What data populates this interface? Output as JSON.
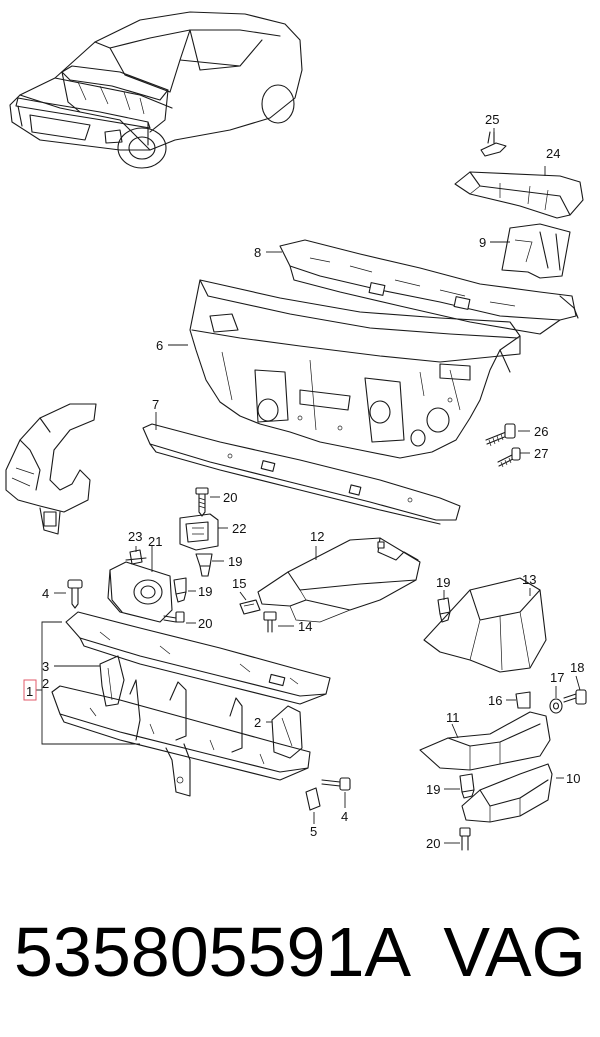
{
  "callouts": {
    "c25": "25",
    "c24": "24",
    "c8": "8",
    "c9": "9",
    "c6": "6",
    "c7": "7",
    "c26": "26",
    "c27": "27",
    "c20a": "20",
    "c22": "22",
    "c23": "23",
    "c21": "21",
    "c19a": "19",
    "c19b": "19",
    "c12": "12",
    "c15": "15",
    "c14": "14",
    "c20b": "20",
    "c19c": "19",
    "c13": "13",
    "c4a": "4",
    "c3": "3",
    "c2a": "2",
    "c1": "1",
    "c2b": "2",
    "c4b": "4",
    "c5": "5",
    "c17": "17",
    "c18": "18",
    "c16": "16",
    "c11": "11",
    "c10": "10",
    "c19d": "19",
    "c20c": "20"
  },
  "part_number": "535805591A",
  "brand": "VAG",
  "colors": {
    "line": "#1a1a1a",
    "background": "#ffffff",
    "highlight_box": "#e05a6a"
  }
}
